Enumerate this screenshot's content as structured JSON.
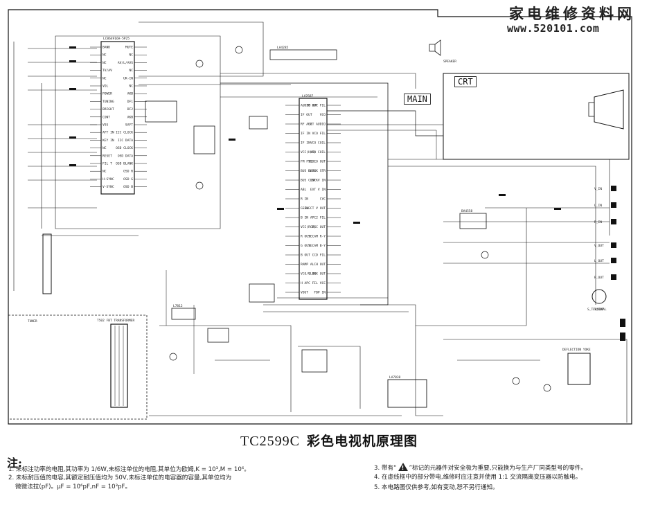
{
  "brand": {
    "name_cn": "家电维修资料网",
    "url": "www.520101.com"
  },
  "diagram": {
    "title_model": "TC2599C",
    "title_cn": "彩色电视机原理图",
    "block_labels": {
      "crt": "CRT",
      "main": "MAIN"
    },
    "chip_micro": {
      "name": "LC864916A-5P25",
      "pins_left": [
        "BAND",
        "NC",
        "NC",
        "TV/AV",
        "NC",
        "VOL",
        "POWER",
        "TUNING",
        "BRIGHT",
        "CONT",
        "VSS",
        "AFT IN",
        "KEY IN",
        "NC",
        "RESET",
        "FIL T",
        "NC",
        "H-SYNC",
        "V-SYNC"
      ],
      "pins_right": [
        "MUTE",
        "NC",
        "AV/L/AVS",
        "NC",
        "UK-IN",
        "NC",
        "AKB",
        "DF1",
        "DF2",
        "AKB",
        "SAFT",
        "I2C CLOCK",
        "I2C DATA",
        "OSD CLOCK",
        "OSD DATA",
        "OSD BLANK",
        "OSD R",
        "OSD G",
        "OSD B"
      ]
    },
    "chip_video": {
      "name": "LA7687",
      "pins_left": [
        "AUDIO OUT",
        "IF OUT",
        "RF AGC",
        "IF IN",
        "IF IN",
        "VCC(H/V)",
        "FM FIL",
        "BUS DATA",
        "BUS CLOCK",
        "ABL",
        "R IN",
        "G IN",
        "B IN",
        "VCC(RGB)",
        "R OUT",
        "G OUT",
        "B OUT",
        "RAMP ALC",
        "VCO/V IN",
        "H APC FIL",
        "VOUT"
      ],
      "pins_right": [
        "FM APC FIL",
        "VCO",
        "EXT AUDIO",
        "VCO FIL",
        "VCO COIL",
        "VCO COIL",
        "VIDEO OUT",
        "BLACK STR",
        "INT V IN",
        "EXT V IN",
        "CVC",
        "SELECT V OUT",
        "APC2 FIL",
        "FSC OUT",
        "SECAM R-Y",
        "SECAM B-Y",
        "CCD FIL",
        "H OUT",
        "CLOCK OUT",
        "VCC",
        "FBP IN"
      ]
    },
    "jacks_right": [
      "V_IN",
      "L_IN",
      "R_IN",
      "V_OUT",
      "L_OUT",
      "R_OUT",
      "Y_OUT",
      "S_TERMINAL"
    ],
    "labels": {
      "tuner": "TUNER",
      "transformer": "T502 FBT TRANSFORMER",
      "audio_ic": "LA4285",
      "vert_ic": "LA7838",
      "switch_ic": "BA4558",
      "regulator": "L7812",
      "deflection": "DEFLECTION YOKE",
      "speaker": "SPEAKER"
    }
  },
  "notes": {
    "heading": "注:",
    "items": [
      "1. 未标注功率的电阻,其功率为 1/6W,未标注单位的电阻,其单位为欧姆,K = 10³,M = 10⁶。",
      "2. 未标耐压值的电容,其额定耐压值均为 50V,未标注单位的电容器的容量,其单位均为",
      "微微法拉(pF)。μF = 10⁶pF,nF = 10³pF。",
      "3. 带有“",
      "”标记的元器件对安全极为重要,只能换为与生产厂同类型号的零件。",
      "4. 在虚线框中的部分带电,维修时应注意并使用 1:1 交流隔离变压器以防触电。",
      "5. 本电路图仅供参考,如有变动,恕不另行通知。"
    ]
  }
}
